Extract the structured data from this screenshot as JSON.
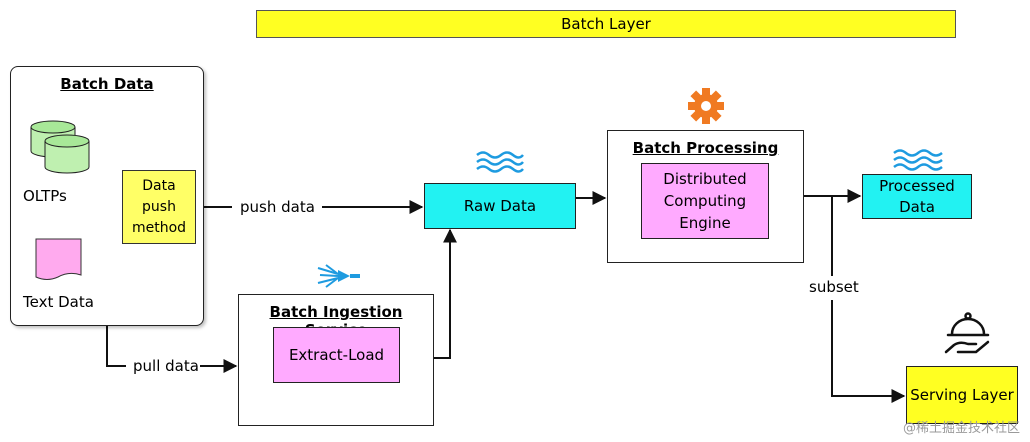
{
  "banner": "Batch Layer",
  "batch_data": {
    "title": "Batch Data",
    "oltp_label": "OLTPs",
    "text_label": "Text Data",
    "push_method": "Data\npush\nmethod"
  },
  "edges": {
    "push": "push data",
    "pull": "pull data",
    "subset": "subset"
  },
  "raw_data": "Raw Data",
  "batch_processing": {
    "title": "Batch Processing",
    "engine": "Distributed\nComputing\nEngine"
  },
  "processed_data": "Processed\nData",
  "ingestion": {
    "title": "Batch Ingestion Service",
    "task": "Extract-Load"
  },
  "serving_layer": "Serving Layer",
  "watermark": "@稀土掘金技术社区",
  "colors": {
    "yellow": "#ffff22",
    "cyan": "#22f2f2",
    "pink": "#ffaaff",
    "gear": "#f07a22",
    "wave": "#1e9be0"
  },
  "icons": [
    "database-icon",
    "document-icon",
    "water-icon",
    "gear-icon",
    "ingest-icon",
    "serving-cloche-icon"
  ]
}
